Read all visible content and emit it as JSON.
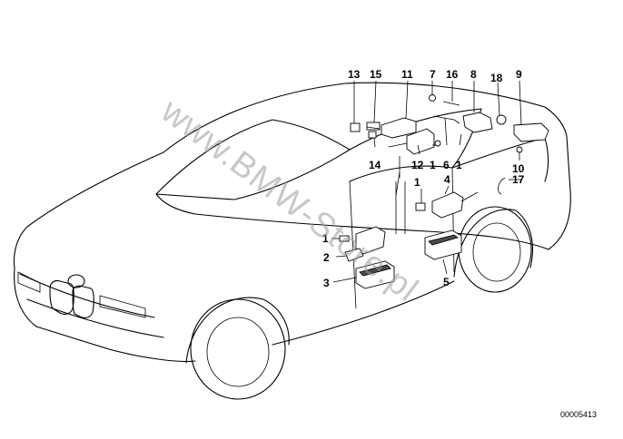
{
  "diagram": {
    "part_number": "00005413",
    "watermark": "www.BMW-Store.pl",
    "callouts": [
      {
        "id": "c13",
        "label": "13"
      },
      {
        "id": "c15",
        "label": "15"
      },
      {
        "id": "c11",
        "label": "11"
      },
      {
        "id": "c7",
        "label": "7"
      },
      {
        "id": "c16",
        "label": "16"
      },
      {
        "id": "c8",
        "label": "8"
      },
      {
        "id": "c18",
        "label": "18"
      },
      {
        "id": "c9",
        "label": "9"
      },
      {
        "id": "c14",
        "label": "14"
      },
      {
        "id": "c12",
        "label": "12"
      },
      {
        "id": "c1a",
        "label": "1"
      },
      {
        "id": "c6",
        "label": "6"
      },
      {
        "id": "c1b",
        "label": "1"
      },
      {
        "id": "c10",
        "label": "10"
      },
      {
        "id": "c17",
        "label": "17"
      },
      {
        "id": "c1c",
        "label": "1"
      },
      {
        "id": "c4",
        "label": "4"
      },
      {
        "id": "c1d",
        "label": "1"
      },
      {
        "id": "c2",
        "label": "2"
      },
      {
        "id": "c3",
        "label": "3"
      },
      {
        "id": "c5",
        "label": "5"
      }
    ]
  }
}
